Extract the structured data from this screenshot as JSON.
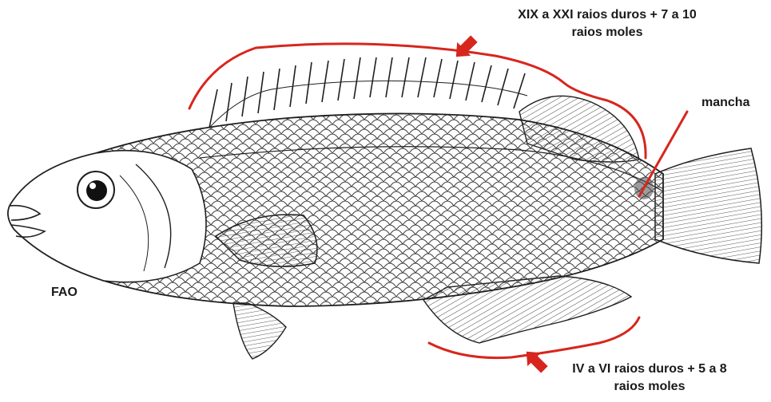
{
  "labels": {
    "dorsal_line1": "XIX a XXI raios duros + 7 a 10",
    "dorsal_line2": "raios moles",
    "anal_line1": "IV a VI raios duros + 5 a 8",
    "anal_line2": "raios moles",
    "spot": "mancha",
    "credit": "FAO"
  },
  "colors": {
    "annotation": "#d7261e",
    "ink": "#1f1f1f",
    "background": "#ffffff"
  }
}
